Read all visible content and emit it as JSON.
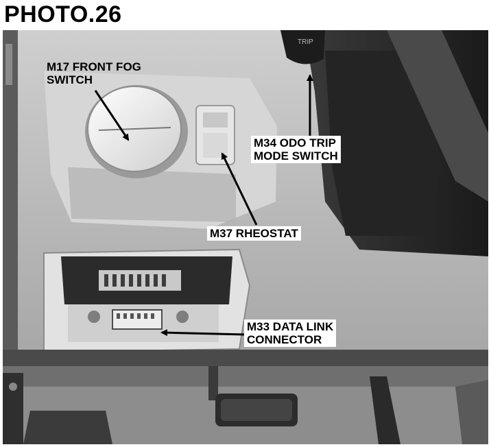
{
  "title": "PHOTO.26",
  "photo_labels": {
    "fog_switch": [
      "M17 FRONT FOG",
      "SWITCH"
    ],
    "odo_trip": [
      "M34 ODO TRIP",
      "MODE SWITCH"
    ],
    "rheostat": "M37 RHEOSTAT",
    "data_link": [
      "M33 DATA LINK",
      "CONNECTOR"
    ]
  },
  "embedded_text": {
    "trip_button": "TRIP"
  },
  "colors": {
    "dash_light": "#d9d9d9",
    "dash_dark": "#2a2a2a",
    "trim": "#e6e6e6"
  }
}
